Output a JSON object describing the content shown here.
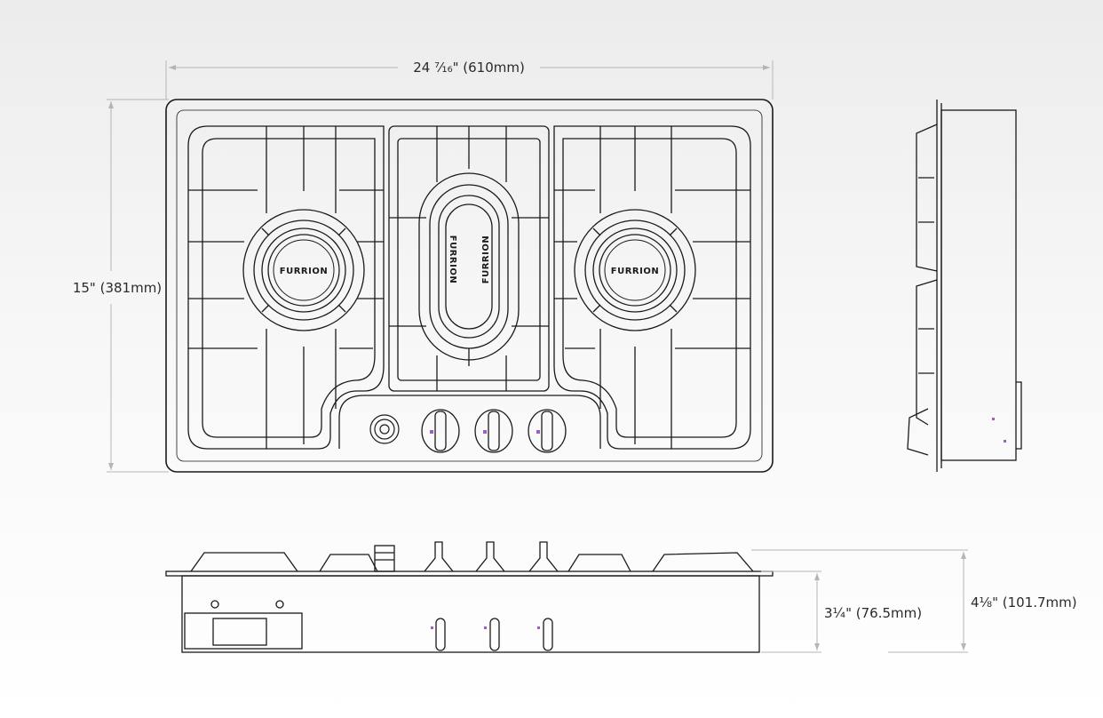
{
  "dimensions": {
    "width": "24 ⁷⁄₁₆\" (610mm)",
    "depth": "15\" (381mm)",
    "body_height": "3¼\" (76.5mm)",
    "total_height": "4⅛\" (101.7mm)"
  },
  "brand": "FURRION",
  "colors": {
    "line": "#1a1a1a",
    "dimension": "#b5b5b5",
    "accent": "#9b5fc0"
  }
}
